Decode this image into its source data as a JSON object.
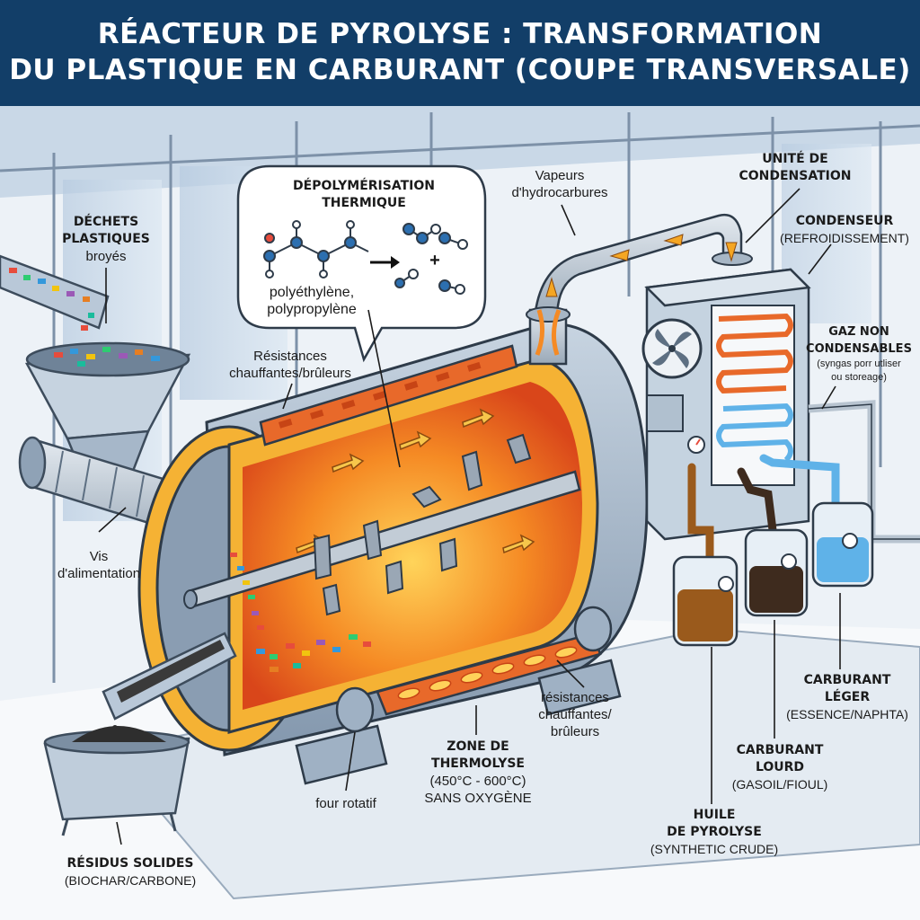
{
  "title": {
    "line1": "RÉACTEUR DE PYROLYSE : TRANSFORMATION",
    "line2": "DU PLASTIQUE EN CARBURANT (COUPE TRANSVERSALE)"
  },
  "bubble": {
    "title1": "DÉPOLYMÉRISATION",
    "title2": "THERMIQUE",
    "plus": "+",
    "poly1": "polyéthylène,",
    "poly2": "polypropylène"
  },
  "labels": {
    "dechets": {
      "l1": "DÉCHETS",
      "l2": "PLASTIQUES",
      "l3": "broyés"
    },
    "resistances_top": {
      "l1": "Résistances",
      "l2": "chauffantes/brûleurs"
    },
    "vapeurs": {
      "l1": "Vapeurs",
      "l2": "d'hydrocarbures"
    },
    "unite": {
      "l1": "UNITÉ DE",
      "l2": "CONDENSATION"
    },
    "condenseur": {
      "l1": "CONDENSEUR",
      "l2": "(REFROIDISSEMENT)"
    },
    "gaz": {
      "l1": "GAZ NON",
      "l2": "CONDENSABLES",
      "l3": "(syngas porr utliser",
      "l4": "ou storeage)"
    },
    "vis": {
      "l1": "Vis",
      "l2": "d'alimentation"
    },
    "resistances_bottom": {
      "l1": "résistances",
      "l2": "chauffantes/",
      "l3": "brûleurs"
    },
    "zone": {
      "l1": "ZONE DE",
      "l2": "THERMOLYSE",
      "l3": "(450°C - 600°C)",
      "l4": "SANS OXYGÈNE"
    },
    "four": {
      "l1": "four rotatif"
    },
    "carburant_leger": {
      "l1": "CARBURANT",
      "l2": "LÉGER",
      "l3": "(ESSENCE/NAPHTA)"
    },
    "carburant_lourd": {
      "l1": "CARBURANT",
      "l2": "LOURD",
      "l3": "(GASOIL/FIOUL)"
    },
    "huile": {
      "l1": "HUILE",
      "l2": "DE PYROLYSE",
      "l3": "(SYNTHETIC CRUDE)"
    },
    "residus": {
      "l1": "RÉSIDUS SOLIDES",
      "l2": "(BIOCHAR/CARBONE)"
    }
  },
  "colors": {
    "banner": "#123e68",
    "steel": "#9fb1c4",
    "insulation": "#f5b234",
    "fire": "#f36b1c",
    "heater": "#e8692a",
    "pipe": "#b8c4d0",
    "light_fuel": "#5fb2e8",
    "heavy_fuel": "#3e2b1e",
    "pyrolysis_oil": "#9a5a1c",
    "char": "#2e2e2e"
  },
  "icons": [
    "fan-icon",
    "gauge-icon",
    "arrow-icon",
    "molecule-icon"
  ]
}
